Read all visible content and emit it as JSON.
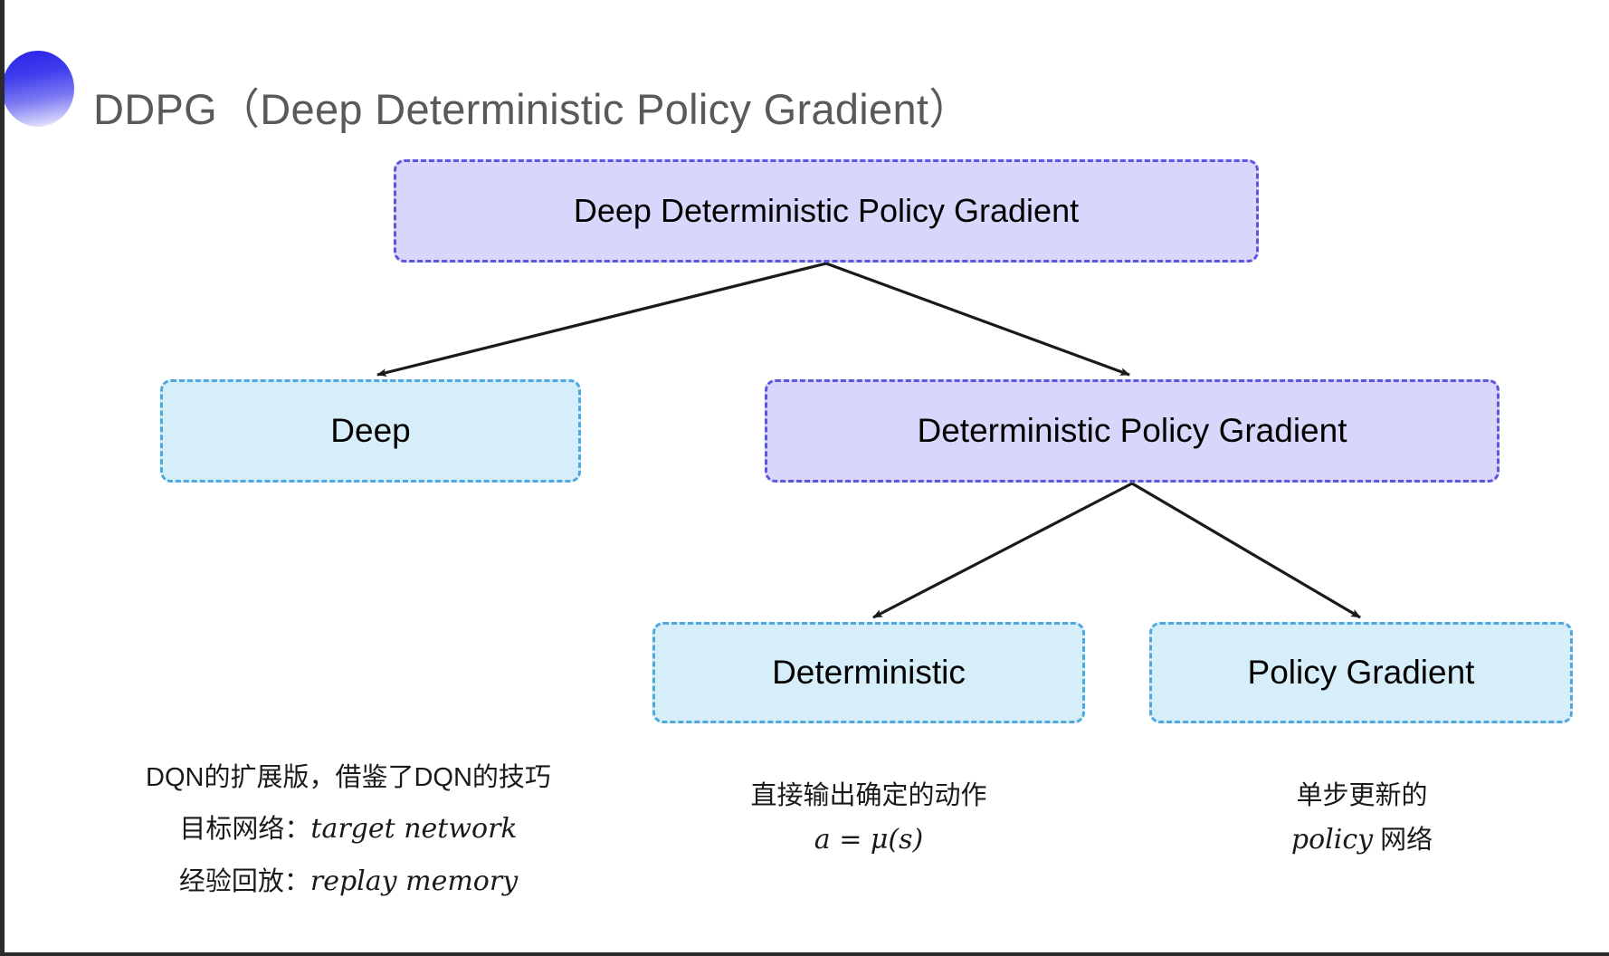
{
  "slide": {
    "title": "DDPG（Deep Deterministic Policy Gradient）",
    "decoration_icon": "gradient-circle-icon",
    "background_color": "#ffffff"
  },
  "colors": {
    "purple_fill": "#d8d6fb",
    "purple_border": "#5b55e0",
    "blue_fill": "#d6eefa",
    "blue_border": "#4fa8dd",
    "title_text": "#595959",
    "body_text": "#1a1a1a",
    "arrow": "#1a1a1a"
  },
  "diagram": {
    "type": "tree",
    "nodes": [
      {
        "id": "root",
        "label": "Deep Deterministic Policy Gradient",
        "style": "purple"
      },
      {
        "id": "deep",
        "label": "Deep",
        "style": "blue"
      },
      {
        "id": "dpg",
        "label": "Deterministic Policy Gradient",
        "style": "purple"
      },
      {
        "id": "det",
        "label": "Deterministic",
        "style": "blue"
      },
      {
        "id": "pg",
        "label": "Policy Gradient",
        "style": "blue"
      }
    ],
    "edges": [
      {
        "from": "root",
        "to": "deep",
        "arrow": "single"
      },
      {
        "from": "root",
        "to": "dpg",
        "arrow": "single"
      },
      {
        "from": "dpg",
        "to": "det",
        "arrow": "single"
      },
      {
        "from": "dpg",
        "to": "pg",
        "arrow": "single"
      }
    ]
  },
  "captions": {
    "deep": {
      "line1": "DQN的扩展版，借鉴了DQN的技巧",
      "line2_prefix": "目标网络：",
      "line2_math": "target network",
      "line3_prefix": "经验回放：",
      "line3_math": "replay memory"
    },
    "deterministic": {
      "line1": "直接输出确定的动作",
      "line2_math": "a = μ(s)"
    },
    "policy_gradient": {
      "line1": "单步更新的",
      "line2_math": "policy",
      "line2_suffix": " 网络"
    }
  }
}
